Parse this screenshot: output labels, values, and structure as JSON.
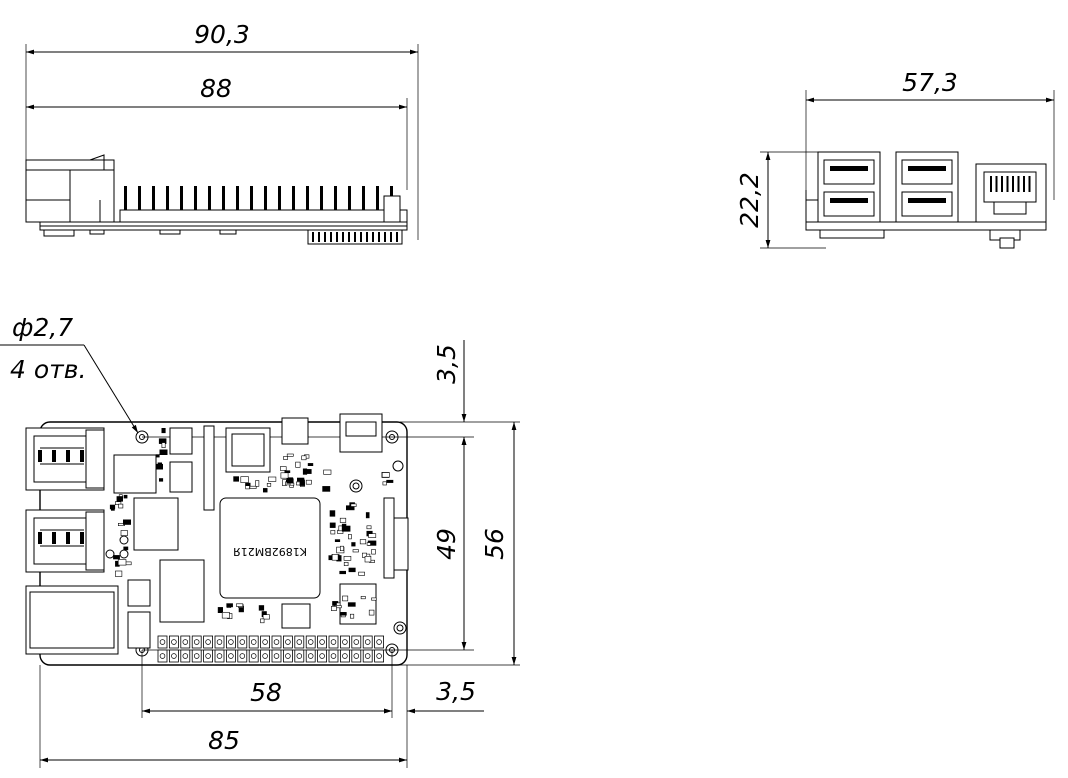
{
  "dimensions": {
    "top_overall_length": "90,3",
    "top_board_length": "88",
    "side_width": "57,3",
    "side_height": "22,2",
    "hole_diameter": "ф2,7",
    "hole_count": "4 отв.",
    "hole_offset_top": "3,5",
    "hole_spacing_vertical": "49",
    "board_height": "56",
    "hole_spacing_horizontal": "58",
    "hole_offset_right": "3,5",
    "board_length": "85"
  },
  "chip_labels": {
    "soc": "K1892BM21Я"
  }
}
